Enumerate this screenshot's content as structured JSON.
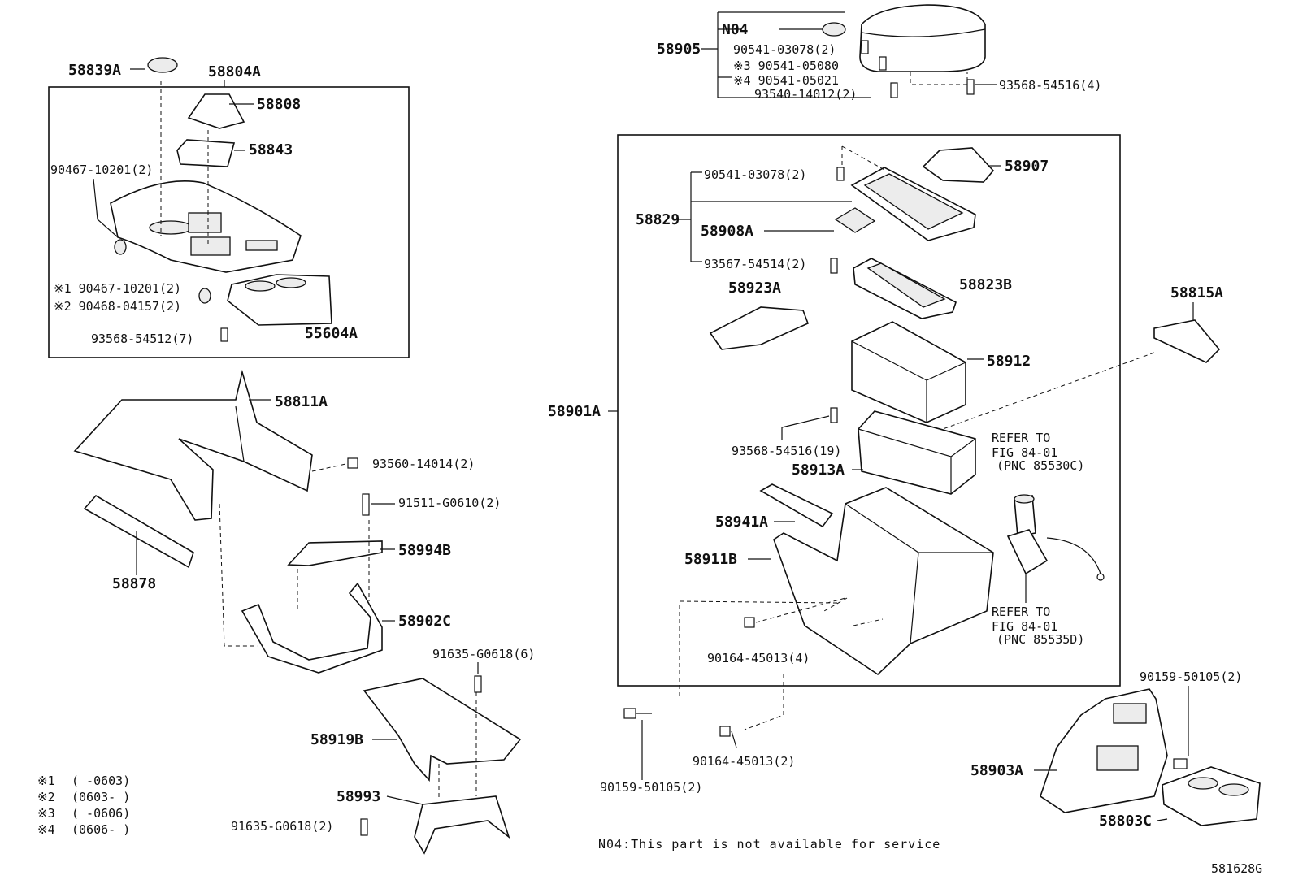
{
  "diagram_id": "581628G",
  "footnote": "N04:This part is not available for service",
  "legend": [
    {
      "mark": "※1",
      "range": "(    -0603)"
    },
    {
      "mark": "※2",
      "range": "(0603-    )"
    },
    {
      "mark": "※3",
      "range": "(    -0606)"
    },
    {
      "mark": "※4",
      "range": "(0606-    )"
    }
  ],
  "armrest_group": {
    "assembly": "58905",
    "n04": "N04",
    "parts": [
      "90541-03078(2)",
      "※3 90541-05080",
      "※4 90541-05021",
      "93540-14012(2)"
    ],
    "screw": "93568-54516(4)"
  },
  "shift_group": {
    "plug": "58839A",
    "assembly": "58804A",
    "boot": "58808",
    "retainer": "58843",
    "clip": "90467-10201(2)",
    "clip_var1": "※1 90467-10201(2)",
    "clip_var2": "※2 90468-04157(2)",
    "screw": "93568-54512(7)",
    "cup_holder": "55604A"
  },
  "left_parts": {
    "panel": "58811A",
    "fastener": "93560-14014(2)",
    "strip": "58878",
    "bolt": "91511-G0610(2)",
    "bracket_b": "58994B",
    "bracket_c": "58902C",
    "bolt_top": "91635-G0618(6)",
    "bracket_plate": "58919B",
    "bracket_low": "58993",
    "bolt_low": "91635-G0618(2)"
  },
  "console_group": {
    "assembly": "58901A",
    "parts": {
      "lid_hinge": "58907",
      "lid_sub": "58829",
      "screw_a": "90541-03078(2)",
      "lock": "58908A",
      "screw_b": "93567-54514(2)",
      "tray": "58823B",
      "bracket": "58923A",
      "box": "58912",
      "screw_c": "93568-54516(19)",
      "box_lower": "58913A",
      "pad": "58941A",
      "body": "58911B",
      "bolt_d": "90164-45013(4)"
    },
    "refs": [
      {
        "line1": "REFER TO",
        "line2": "FIG 84-01",
        "line3": "(PNC 85530C)"
      },
      {
        "line1": "REFER TO",
        "line2": "FIG 84-01",
        "line3": "(PNC 85535D)"
      }
    ]
  },
  "right_parts": {
    "mat": "58815A",
    "bolt_e": "90159-50105(2)",
    "bolt_f": "90164-45013(2)",
    "bolt_g": "90159-50105(2)",
    "rear_panel": "58903A",
    "rear_cup": "58803C"
  }
}
